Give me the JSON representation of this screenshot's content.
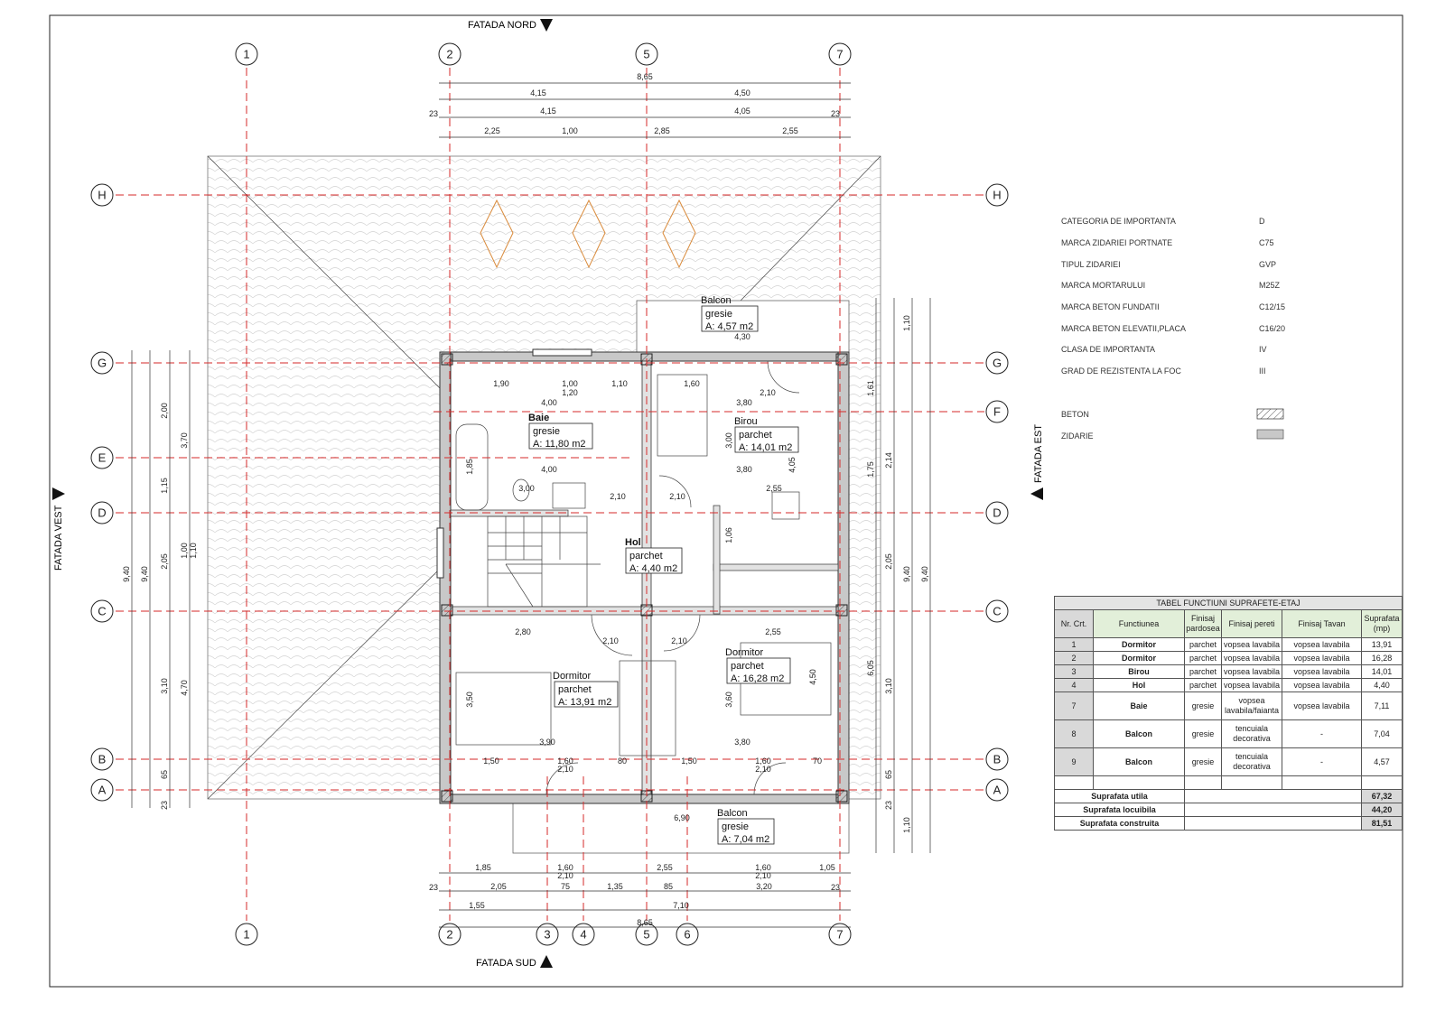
{
  "facades": {
    "north": "FATADA NORD",
    "south": "FATADA SUD",
    "west": "FATADA VEST",
    "east": "FATADA EST"
  },
  "axes": {
    "vertical_top": [
      "1",
      "2",
      "5",
      "7"
    ],
    "vertical_bottom": [
      "1",
      "2",
      "3",
      "4",
      "5",
      "6",
      "7"
    ],
    "horizontal": [
      "H",
      "G",
      "F",
      "E",
      "D",
      "C",
      "B",
      "A"
    ]
  },
  "dimensions": {
    "top": [
      "8,65",
      "4,15",
      "4,50",
      "23",
      "4,15",
      "4,05",
      "23",
      "2,25",
      "1,00",
      "2,85",
      "2,55"
    ],
    "bottom": [
      "1,85",
      "1,60",
      "2,10",
      "2,55",
      "1,60",
      "2,10",
      "1,05",
      "23",
      "2,05",
      "75",
      "1,35",
      "85",
      "3,20",
      "23",
      "1,55",
      "7,10",
      "8,65"
    ],
    "left": [
      "9,40",
      "9,40",
      "3,70",
      "4,70",
      "2,00",
      "1,15",
      "2,05",
      "3,10",
      "65",
      "23",
      "1,00",
      "1,10"
    ],
    "right": [
      "9,40",
      "9,40",
      "2,14",
      "2,05",
      "3,10",
      "1,10",
      "1,10",
      "6,05",
      "1,61",
      "1,75",
      "65",
      "23"
    ],
    "interior": [
      "1,90",
      "1,00",
      "1,20",
      "1,10",
      "1,60",
      "2,10",
      "4,00",
      "3,80",
      "4,00",
      "3,80",
      "3,00",
      "2,10",
      "2,10",
      "2,55",
      "2,80",
      "2,10",
      "2,10",
      "2,55",
      "3,90",
      "3,80",
      "1,50",
      "1,60",
      "2,10",
      "1,60",
      "2,10",
      "80",
      "1,50",
      "70",
      "6,90",
      "4,30",
      "3,50",
      "3,60",
      "4,50",
      "1,85",
      "3,00",
      "1,06",
      "4,05"
    ]
  },
  "rooms": [
    {
      "name": "Balcon",
      "finish": "gresie",
      "area": "A: 4,57 m2"
    },
    {
      "name": "Baie",
      "finish": "gresie",
      "area": "A: 11,80 m2"
    },
    {
      "name": "Birou",
      "finish": "parchet",
      "area": "A: 14,01 m2"
    },
    {
      "name": "Hol",
      "finish": "parchet",
      "area": "A: 4,40 m2"
    },
    {
      "name": "Dormitor",
      "finish": "parchet",
      "area": "A: 13,91 m2"
    },
    {
      "name": "Dormitor",
      "finish": "parchet",
      "area": "A: 16,28 m2"
    },
    {
      "name": "Balcon",
      "finish": "gresie",
      "area": "A: 7,04 m2"
    }
  ],
  "specs": [
    {
      "label": "CATEGORIA DE IMPORTANTA",
      "value": "D"
    },
    {
      "label": "MARCA ZIDARIEI PORTNATE",
      "value": "C75"
    },
    {
      "label": "TIPUL ZIDARIEI",
      "value": "GVP"
    },
    {
      "label": "MARCA MORTARULUI",
      "value": "M25Z"
    },
    {
      "label": "MARCA BETON FUNDATII",
      "value": "C12/15"
    },
    {
      "label": "MARCA BETON ELEVATII,PLACA",
      "value": "C16/20"
    },
    {
      "label": "CLASA DE IMPORTANTA",
      "value": "IV"
    },
    {
      "label": "GRAD DE REZISTENTA LA FOC",
      "value": "III"
    }
  ],
  "legend": [
    {
      "label": "BETON"
    },
    {
      "label": "ZIDARIE"
    }
  ],
  "table": {
    "title": "TABEL FUNCTIUNI SUPRAFETE-ETAJ",
    "headers": [
      "Nr. Crt.",
      "Functiunea",
      "Finisaj pardosea",
      "Finisaj pereti",
      "Finisaj Tavan",
      "Suprafata (mp)"
    ],
    "rows": [
      [
        "1",
        "Dormitor",
        "parchet",
        "vopsea lavabila",
        "vopsea lavabila",
        "13,91"
      ],
      [
        "2",
        "Dormitor",
        "parchet",
        "vopsea lavabila",
        "vopsea lavabila",
        "16,28"
      ],
      [
        "3",
        "Birou",
        "parchet",
        "vopsea lavabila",
        "vopsea lavabila",
        "14,01"
      ],
      [
        "4",
        "Hol",
        "parchet",
        "vopsea lavabila",
        "vopsea lavabila",
        "4,40"
      ],
      [
        "7",
        "Baie",
        "gresie",
        "vopsea lavabila/faianta",
        "vopsea lavabila",
        "7,11"
      ],
      [
        "8",
        "Balcon",
        "gresie",
        "tencuiala decorativa",
        "-",
        "7,04"
      ],
      [
        "9",
        "Balcon",
        "gresie",
        "tencuiala decorativa",
        "-",
        "4,57"
      ]
    ],
    "totals": [
      {
        "label": "Suprafata utila",
        "value": "67,32"
      },
      {
        "label": "Suprafata locuibila",
        "value": "44,20"
      },
      {
        "label": "Suprafata construita",
        "value": "81,51"
      }
    ]
  }
}
